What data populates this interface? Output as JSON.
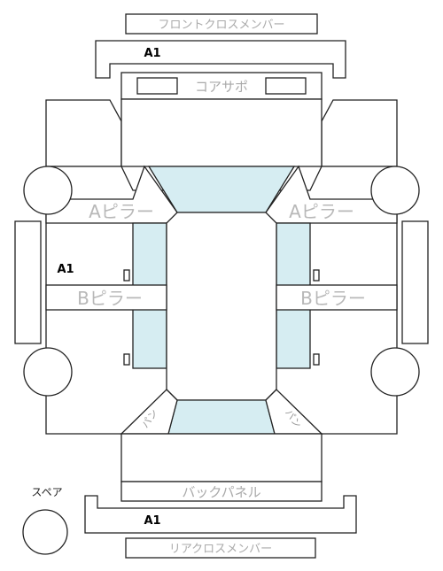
{
  "labels": {
    "front_cross_member": "フロントクロスメンバー",
    "core_support": "コアサポ",
    "a_pillar": "Aピラー",
    "b_pillar": "Bピラー",
    "back_panel": "バックパネル",
    "rear_cross_member": "リアクロスメンバー",
    "spare": "スペア",
    "pan": "パン"
  },
  "grades": {
    "front": "A1",
    "left_side": "A1",
    "rear": "A1"
  },
  "colors": {
    "glass": "#d6edf2",
    "outline": "#222222",
    "label_gray": "#aaaaaa"
  }
}
